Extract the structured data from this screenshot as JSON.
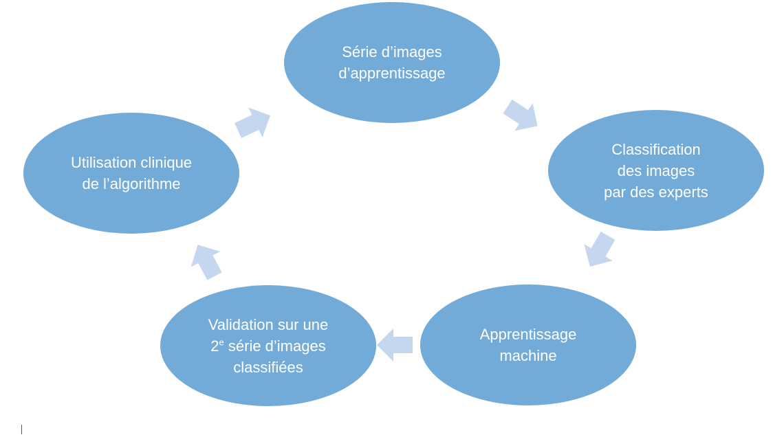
{
  "colors": {
    "node_fill": "#72aad8",
    "arrow_fill": "#c4d7ee",
    "text": "#ffffff"
  },
  "nodes": [
    {
      "lines": [
        "Série d’images",
        "d’apprentissage"
      ]
    },
    {
      "lines": [
        "Classification",
        "des images",
        "par des experts"
      ]
    },
    {
      "lines": [
        "Apprentissage",
        "machine"
      ]
    },
    {
      "line1": "Validation sur une",
      "line2_num": "2",
      "line2_sup": "e",
      "line2_rest": " série d’images",
      "line3": "classifiées"
    },
    {
      "lines": [
        "Utilisation clinique",
        "de l’algorithme"
      ]
    }
  ]
}
